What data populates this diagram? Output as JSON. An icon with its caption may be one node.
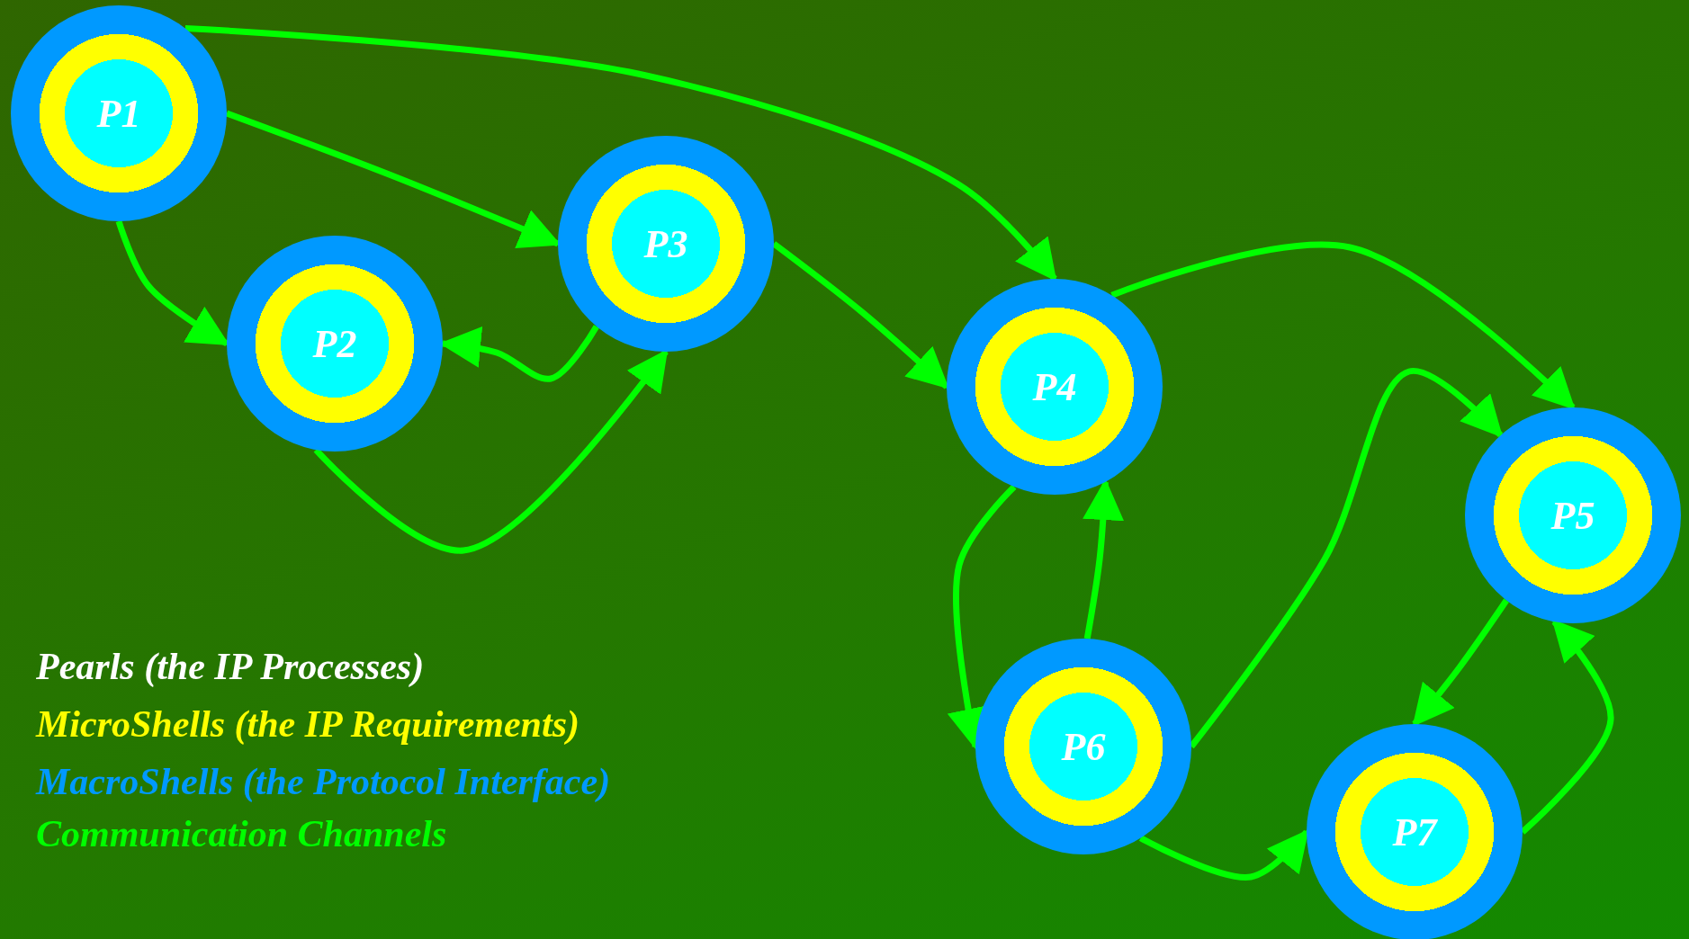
{
  "diagram": {
    "nodes": [
      {
        "text": [
          "P1"
        ]
      },
      {
        "text": [
          "P2"
        ]
      },
      {
        "text": [
          "P3"
        ]
      },
      {
        "text": [
          "P4"
        ]
      },
      {
        "text": [
          "P5"
        ]
      },
      {
        "text": [
          "P6"
        ]
      },
      {
        "text": [
          "P7"
        ]
      }
    ],
    "edges": [
      {
        "from": 0,
        "to": 3,
        "arrow": "to"
      },
      {
        "from": 0,
        "to": 2,
        "arrow": "to"
      },
      {
        "from": 0,
        "to": 1,
        "arrow": "to"
      },
      {
        "from": 2,
        "to": 1,
        "arrow": "to"
      },
      {
        "from": 1,
        "to": 2,
        "arrow": "to"
      },
      {
        "from": 2,
        "to": 3,
        "arrow": "to"
      },
      {
        "from": 3,
        "to": 4,
        "arrow": "to"
      },
      {
        "from": 3,
        "to": 5,
        "arrow": "to"
      },
      {
        "from": 5,
        "to": 3,
        "arrow": "to"
      },
      {
        "from": 5,
        "to": 4,
        "arrow": "to"
      },
      {
        "from": 4,
        "to": 6,
        "arrow": "to"
      },
      {
        "from": 5,
        "to": 6,
        "arrow": "to"
      },
      {
        "from": 6,
        "to": 4,
        "arrow": "to"
      }
    ],
    "legend": [
      {
        "text": "Pearls (the IP Processes)",
        "color": "#ffffff"
      },
      {
        "text": "MicroShells (the IP Requirements)",
        "color": "#ffff00"
      },
      {
        "text": "MacroShells (the Protocol Interface)",
        "color": "#0099ff"
      },
      {
        "text": "Communication Channels",
        "color": "#00ff00"
      }
    ]
  }
}
